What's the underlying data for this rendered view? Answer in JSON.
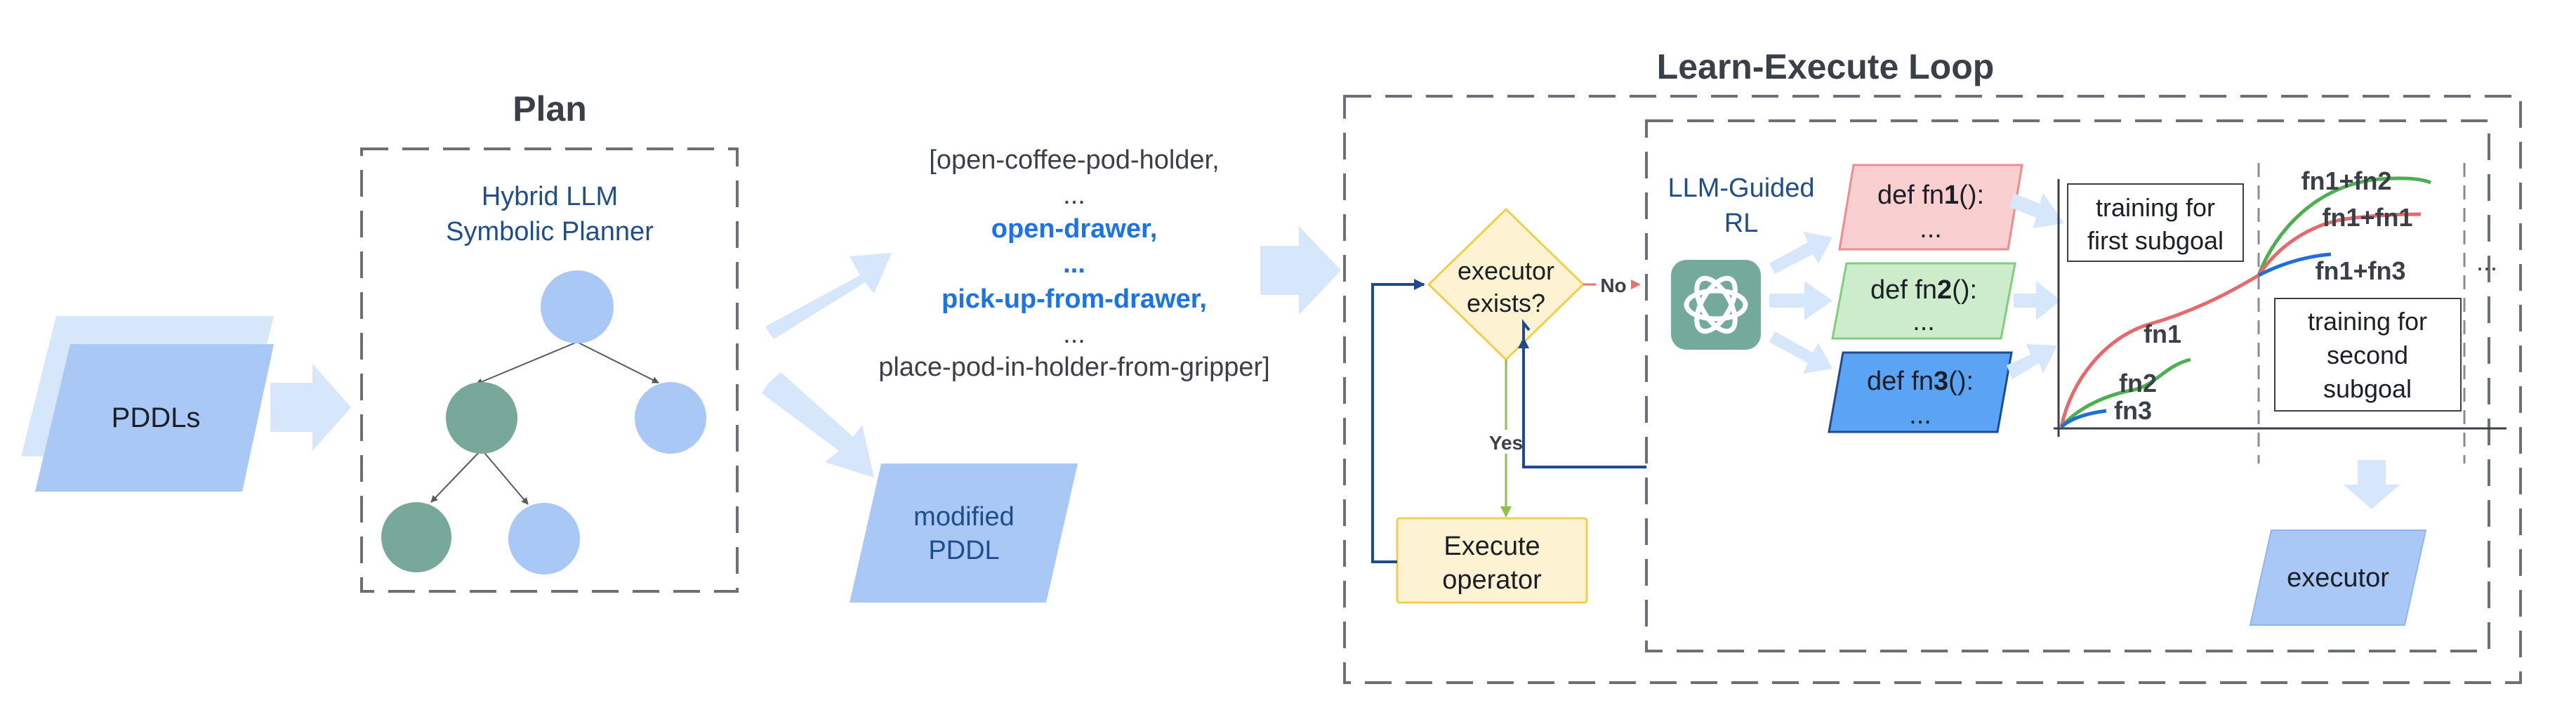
{
  "colors": {
    "dark_text": "#3a3f48",
    "blue_text": "#1f4e8c",
    "bright_blue": "#1a73e8",
    "light_blue_fill": "#a9c8f5",
    "arrow_fill": "#d6e6fb",
    "teal_node": "#78a89a",
    "pink_fill": "#f9cfd0",
    "pink_stroke": "#ea8c90",
    "green_fill": "#cdeccc",
    "green_stroke": "#7fce7e",
    "blue_code_fill": "#5aa3f5",
    "yellow_fill": "#fdf3d2",
    "yellow_stroke": "#f0cf4a",
    "navy": "#1f4a8c",
    "yes_green": "#8bc34a",
    "no_red": "#e57373",
    "dash_gray": "#6b6f76",
    "curve_red": "#e8696b",
    "curve_green": "#4caf50",
    "curve_blue": "#1e6fd9"
  },
  "left": {
    "pddls_label": "PDDLs"
  },
  "plan": {
    "title": "Plan",
    "planner_line1": "Hybrid LLM",
    "planner_line2": "Symbolic Planner"
  },
  "plan_output": {
    "lines": [
      "[open-coffee-pod-holder,",
      "...",
      "open-drawer,",
      "...",
      "pick-up-from-drawer,",
      "...",
      "place-pod-in-holder-from-gripper]"
    ],
    "modified_line1": "modified",
    "modified_line2": "PDDL"
  },
  "loop": {
    "title": "Learn-Execute Loop",
    "decision_line1": "executor",
    "decision_line2": "exists?",
    "no_label": "No",
    "yes_label": "Yes",
    "execute_line1": "Execute",
    "execute_line2": "operator",
    "rl_line1": "LLM-Guided",
    "rl_line2": "RL",
    "fn_boxes": [
      {
        "pre": "def fn",
        "num": "1",
        "post": "():",
        "dots": "..."
      },
      {
        "pre": "def fn",
        "num": "2",
        "post": "():",
        "dots": "..."
      },
      {
        "pre": "def fn",
        "num": "3",
        "post": "():",
        "dots": "..."
      }
    ],
    "training1_line1": "training for",
    "training1_line2": "first subgoal",
    "training2_line1": "training for",
    "training2_line2": "second",
    "training2_line3": "subgoal",
    "curve_labels": [
      "fn1",
      "fn2",
      "fn3",
      "fn1+fn2",
      "fn1+fn1",
      "fn1+fn3"
    ],
    "ellipsis": "...",
    "executor_label": "executor"
  }
}
